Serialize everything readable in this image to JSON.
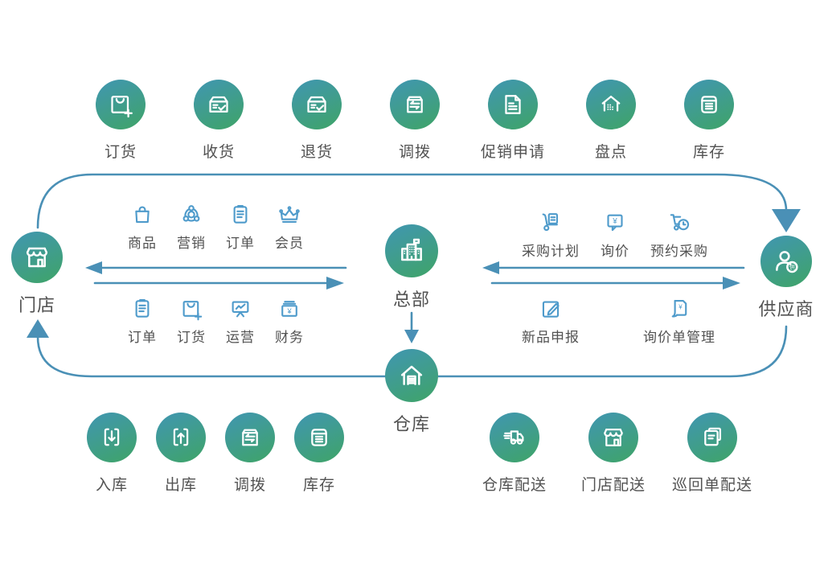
{
  "colors": {
    "circle_top": "#4096B2",
    "circle_bottom": "#3FA467",
    "connector": "#4A90B6",
    "small_icon": "#4F9BCB",
    "label": "#525252"
  },
  "symbols": {
    "yen": "¥"
  },
  "top_row": [
    {
      "label": "订货",
      "icon": "bag-plus-icon"
    },
    {
      "label": "收货",
      "icon": "box-check-icon"
    },
    {
      "label": "退货",
      "icon": "box-check-icon"
    },
    {
      "label": "调拨",
      "icon": "box-swap-icon"
    },
    {
      "label": "促销申请",
      "icon": "doc-lines-icon"
    },
    {
      "label": "盘点",
      "icon": "house-dots-icon"
    },
    {
      "label": "库存",
      "icon": "box-lines-icon"
    }
  ],
  "nodes": {
    "store": {
      "label": "门店",
      "icon": "storefront-icon"
    },
    "hq": {
      "label": "总部",
      "icon": "hq-building-icon"
    },
    "supplier": {
      "label": "供应商",
      "icon": "person-badge-icon",
      "badge": "供"
    },
    "warehouse": {
      "label": "仓库",
      "icon": "warehouse-icon"
    }
  },
  "store_hq_functions": {
    "row1": [
      {
        "label": "商品",
        "icon": "bag-icon"
      },
      {
        "label": "营销",
        "icon": "network-icon"
      },
      {
        "label": "订单",
        "icon": "clipboard-icon"
      },
      {
        "label": "会员",
        "icon": "crown-icon"
      }
    ],
    "row2": [
      {
        "label": "订单",
        "icon": "clipboard-icon"
      },
      {
        "label": "订货",
        "icon": "bag-plus-mini-icon"
      },
      {
        "label": "运营",
        "icon": "presentation-icon"
      },
      {
        "label": "财务",
        "icon": "cashbox-icon"
      }
    ]
  },
  "hq_supplier_functions": {
    "row1": [
      {
        "label": "采购计划",
        "icon": "trolley-doc-icon"
      },
      {
        "label": "询价",
        "icon": "speech-yen-icon"
      },
      {
        "label": "预约采购",
        "icon": "cart-clock-icon"
      }
    ],
    "row2": [
      {
        "label": "新品申报",
        "icon": "pencil-square-icon"
      },
      {
        "label": "询价单管理",
        "icon": "doc-yen-icon"
      }
    ]
  },
  "bottom_left_row": [
    {
      "label": "入库",
      "icon": "box-arrow-in-icon"
    },
    {
      "label": "出库",
      "icon": "box-arrow-out-icon"
    },
    {
      "label": "调拨",
      "icon": "box-swap-icon"
    },
    {
      "label": "库存",
      "icon": "box-lines-icon"
    }
  ],
  "bottom_right_row": [
    {
      "label": "仓库配送",
      "icon": "truck-icon"
    },
    {
      "label": "门店配送",
      "icon": "storefront-icon"
    },
    {
      "label": "巡回单配送",
      "icon": "docs-stack-icon"
    }
  ]
}
